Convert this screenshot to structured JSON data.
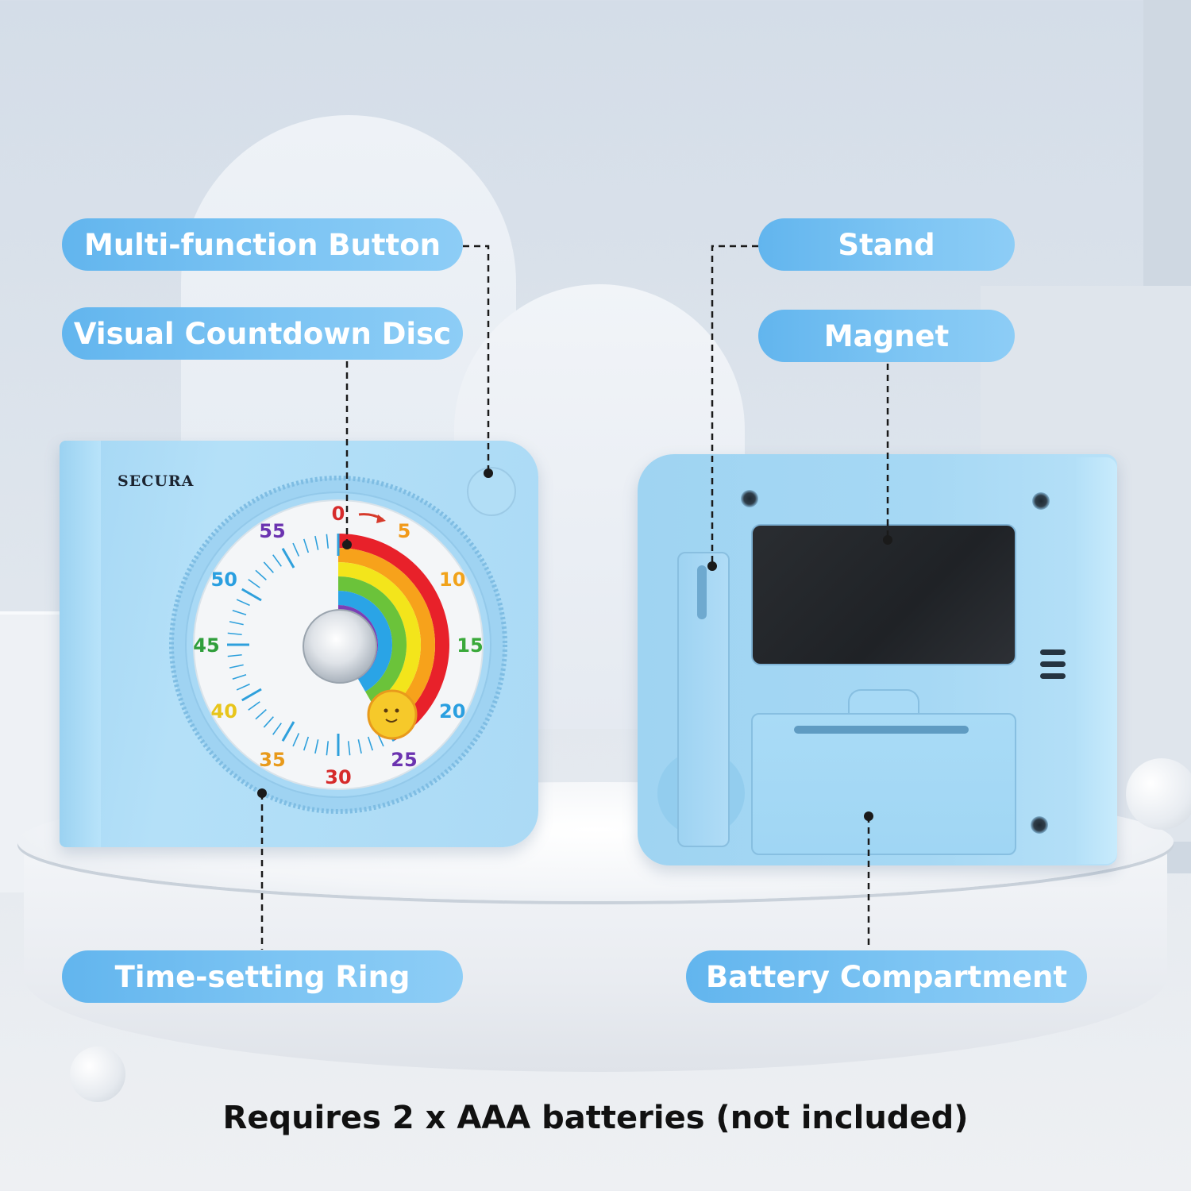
{
  "brand": "SECURA",
  "dial_numbers": [
    "0",
    "5",
    "10",
    "15",
    "20",
    "25",
    "30",
    "35",
    "40",
    "45",
    "50",
    "55"
  ],
  "callouts": {
    "multi_function_button": "Multi-function Button",
    "visual_countdown_disc": "Visual Countdown Disc",
    "time_setting_ring": "Time-setting Ring",
    "stand": "Stand",
    "magnet": "Magnet",
    "battery_compartment": "Battery Compartment"
  },
  "footer_note": "Requires 2 x AAA batteries (not included)",
  "colors": {
    "pill": "#6dbdf1",
    "timer_body": "#abdaf5",
    "rainbow": [
      "#e8212a",
      "#f7a21b",
      "#f3e51b",
      "#6bc33a",
      "#2aa4e6",
      "#7b3fb5"
    ]
  },
  "countdown_minutes": 25
}
